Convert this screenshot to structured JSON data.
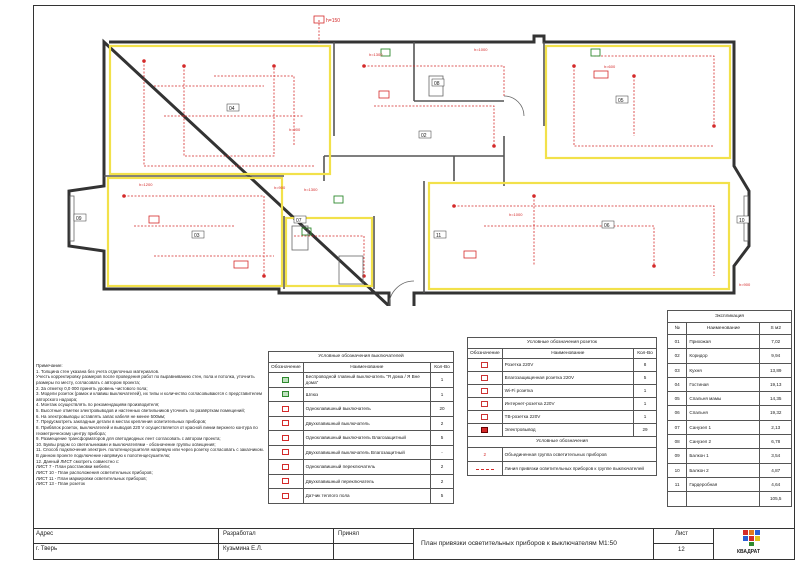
{
  "plan_labels": {
    "h_top": "h=150",
    "room_numbers": [
      "04",
      "03",
      "02",
      "05",
      "06",
      "07",
      "08",
      "09",
      "10",
      "11"
    ],
    "heights": [
      "h=900",
      "h=1300",
      "h=1000",
      "h=600",
      "h=900",
      "h=1200",
      "h=1300",
      "h=1000",
      "h=900"
    ]
  },
  "explication": {
    "title": "Экспликация",
    "headers": [
      "№",
      "Наименование",
      "S м2"
    ],
    "rows": [
      [
        "01",
        "Прихожая",
        "7,02"
      ],
      [
        "02",
        "Коридор",
        "9,94"
      ],
      [
        "03",
        "Кухня",
        "13,89"
      ],
      [
        "04",
        "Гостиная",
        "19,13"
      ],
      [
        "05",
        "Спальня мамы",
        "14,35"
      ],
      [
        "06",
        "Спальня",
        "19,32"
      ],
      [
        "07",
        "Санузел 1",
        "2,13"
      ],
      [
        "08",
        "Санузел 2",
        "6,78"
      ],
      [
        "09",
        "Балкон 1",
        "3,54"
      ],
      [
        "10",
        "Балкон 2",
        "4,87"
      ],
      [
        "11",
        "Гардеробная",
        "4,64"
      ],
      [
        "",
        "",
        "105,5"
      ]
    ]
  },
  "switches": {
    "title": "Условные обозначения выключателей",
    "headers": [
      "Обозначение",
      "Наименование",
      "Кол-Во"
    ],
    "rows": [
      [
        "Беспроводной главный выключатель \"Я дома / Я Вне дома\"",
        "1"
      ],
      [
        "Шлюз",
        "1"
      ],
      [
        "Одноклавишный выключатель",
        "20"
      ],
      [
        "Двухклавишный выключатель",
        "2"
      ],
      [
        "Одноклавишный выключатель Влагозащитный",
        "5"
      ],
      [
        "Двухклавишный выключатель Влагозащитный",
        "-"
      ],
      [
        "Одноклавишный переключатель",
        "2"
      ],
      [
        "Двухклавишный переключатель",
        "2"
      ],
      [
        "Датчик теплого пола",
        "5"
      ]
    ]
  },
  "sockets": {
    "title": "Условные обозначения розеток",
    "headers": [
      "Обозначение",
      "Наименование",
      "Кол-Во"
    ],
    "rows": [
      [
        "Розетка 220V",
        "8"
      ],
      [
        "Влагозащищенная розетка 220V",
        "5"
      ],
      [
        "Wi-Fi розетка",
        "1"
      ],
      [
        "Интернет-розетка 220V",
        "1"
      ],
      [
        "ТВ-розетка 220V",
        "1"
      ],
      [
        "Электровывод",
        "29"
      ]
    ]
  },
  "legend": {
    "title": "Условные обозначения",
    "rows": [
      [
        "2",
        "Объединенная группа осветительных приборов"
      ],
      [
        "",
        "Линия привязки осветительных приборов к группе выключателей"
      ]
    ]
  },
  "notes": {
    "title": "Примечание:",
    "lines": [
      "1. Толщина стен указана без учета отделочных материалов.",
      "Учесть корректировку размеров после проведения работ по выравниванию стен, пола и потолка, уточнить размеры по месту, согласовать с автором проекта;",
      "2. За отметку 0,0 000 принять уровень чистового пола;",
      "3. Модели розеток (рамок и клавиш выключателей), их типы и количество согласовываются с представителем авторского надзора;",
      "4. Монтаж осуществлять по рекомендациям производителя;",
      "5. Высотные отметки электровыводов и настенных светильников уточнить по развёрткам помещений;",
      "6. На электровыводы оставлять запас кабеля не менее 500мм;",
      "7. Предусмотреть закладные детали в местах крепления осветительных приборов;",
      "8. Прибвлок розеток, выключателей и выводов 220 V осуществляется от красной линии верхнего контура по геометрическому центру прибора;",
      "9. Размещение трансформаторов для светодиодных лент согласовать с автором проекта;",
      "10. Буквы рядом со светильниками и выключателями - обозначение группы освещения;",
      "11. Способ подключения электрич. полотенцесушителя напрямую или через розетку согласовать с заказчиком. В данном проекте подключение напрямую к полотенцесушителю;",
      "12. Данный ЛИСТ смотреть совместно с:",
      "ЛИСТ 7 - План расстановки мебели;",
      "ЛИСТ 10 - План расположения осветительных приборов;",
      "ЛИСТ 11 - План маркировки осветительных приборов;",
      "ЛИСТ 13 - План розеток"
    ]
  },
  "titleblock": {
    "address_label": "Адрес",
    "address_value": "г. Тверь",
    "developer_label": "Разработал",
    "developer_value": "Кузьмина Е.Л.",
    "accepted_label": "Принял",
    "sheet_title": "План привязки осветительных приборов к выключателям М1:50",
    "sheet_label": "Лист",
    "sheet_number": "12",
    "logo_text": "КВАДРАТ"
  },
  "colors": {
    "wall": "#333333",
    "highlight": "#f2e14a",
    "electric": "#d42a2a",
    "green": "#2f8a2f"
  }
}
